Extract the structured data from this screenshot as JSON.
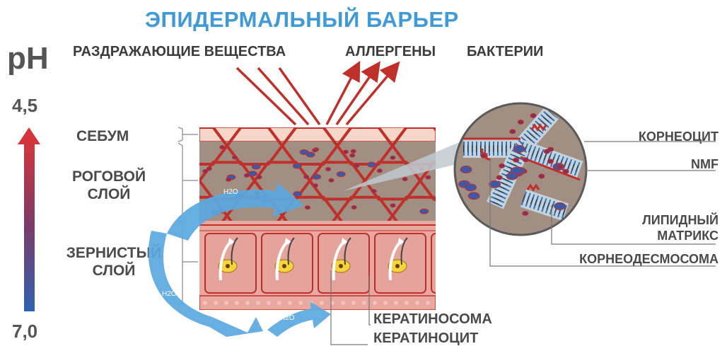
{
  "title": "ЭПИДЕРМАЛЬНЫЙ БАРЬЕР",
  "ph_scale": {
    "label": "pH",
    "top_value": "4,5",
    "bottom_value": "7,0"
  },
  "irritants": [
    "РАЗДРАЖАЮЩИЕ ВЕЩЕСТВА",
    "АЛЛЕРГЕНЫ",
    "БАКТЕРИИ"
  ],
  "layers": {
    "sebum": "СЕБУМ",
    "stratum_corneum": [
      "РОГОВОЙ",
      "СЛОЙ"
    ],
    "granular": [
      "ЗЕРНИСТЫЙ",
      "СЛОЙ"
    ]
  },
  "water_label": "H2O",
  "zoom_labels": {
    "corneocyte": "КОРНЕОЦИТ",
    "nmf": "NMF",
    "lipid_matrix": [
      "ЛИПИДНЫЙ",
      "МАТРИКС"
    ],
    "corneodesmosome": "КОРНЕОДЕСМОСОМА"
  },
  "bottom_labels": {
    "keratinosome": "КЕРАТИНОСОМА",
    "keratinocyte": "КЕРАТИНОЦИТ"
  },
  "colors": {
    "title_blue": "#3f9ad6",
    "red_line": "#c0302b",
    "cell_fill": "#a28f84",
    "sebum": "#f6d6c8",
    "granular_fill": "#e9a89f",
    "water_arrow": "#5aa8e0",
    "nucleus_yellow": "#f3d43b"
  }
}
